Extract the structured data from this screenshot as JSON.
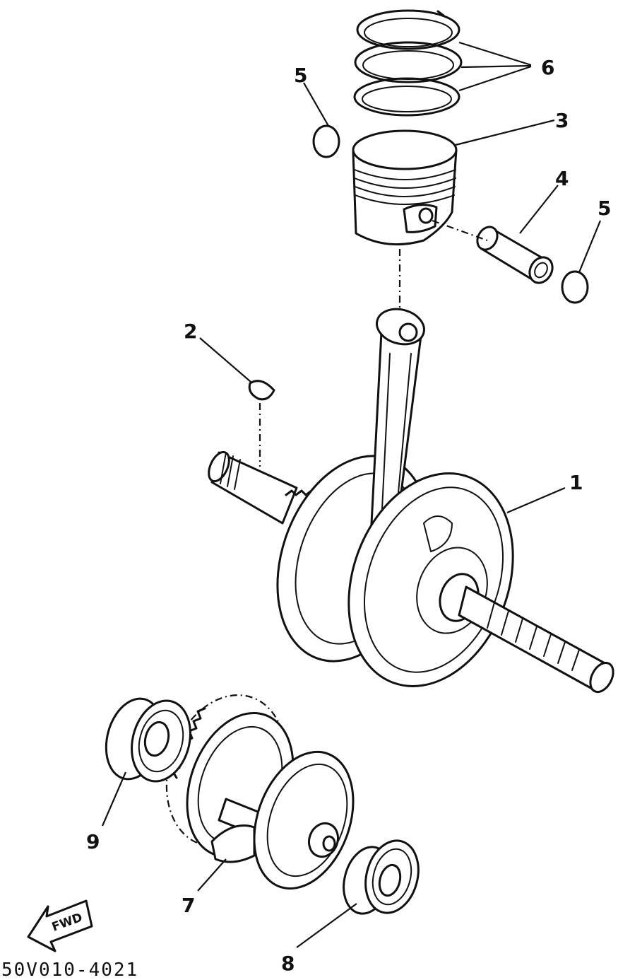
{
  "callouts": {
    "c1": "1",
    "c2": "2",
    "c3": "3",
    "c4": "4",
    "c5a": "5",
    "c5b": "5",
    "c6": "6",
    "c7": "7",
    "c8": "8",
    "c9": "9"
  },
  "direction_label": "FWD",
  "drawing_code": "50V010-4021"
}
